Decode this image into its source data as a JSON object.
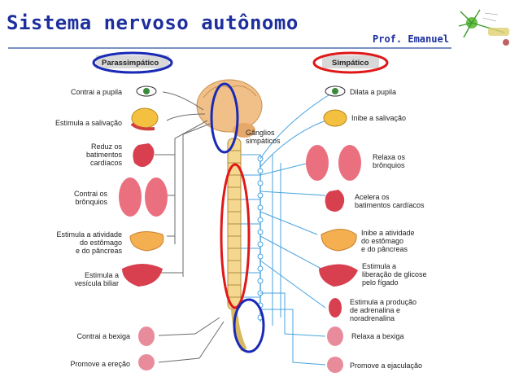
{
  "header": {
    "title": "Sistema nervoso autônomo",
    "author": "Prof. Emanuel"
  },
  "diagram": {
    "left_header": "Parassimpático",
    "right_header": "Simpático",
    "center_label": [
      "Gânglios",
      "simpáticos"
    ],
    "left_labels": [
      [
        "Contrai a pupila"
      ],
      [
        "Estimula a salivação"
      ],
      [
        "Reduz os",
        "batimentos",
        "cardíacos"
      ],
      [
        "Contrai os",
        "brônquios"
      ],
      [
        "Estimula a atividade",
        "do estômago",
        "e do pâncreas"
      ],
      [
        "Estimula a",
        "vesícula biliar"
      ],
      [
        "Contrai a bexiga"
      ],
      [
        "Promove a ereção"
      ]
    ],
    "right_labels": [
      [
        "Dilata a pupila"
      ],
      [
        "Inibe a salivação"
      ],
      [
        "Relaxa os",
        "brônquios"
      ],
      [
        "Acelera os",
        "batimentos cardíacos"
      ],
      [
        "Inibe a atividade",
        "do estômago",
        "e do pâncreas"
      ],
      [
        "Estimula a",
        "liberação de glicose",
        "pelo fígado"
      ],
      [
        "Estimula a produção",
        "de adrenalina e",
        "noradrenalina"
      ],
      [
        "Relaxa a bexiga"
      ],
      [
        "Promove a ejaculação"
      ]
    ],
    "colors": {
      "title": "#1d2f9e",
      "parasympathetic_lines": "#6b6b6b",
      "sympathetic_lines": "#4aa3df",
      "circle_blue": "#1a2ab5",
      "circle_red": "#e01818"
    }
  }
}
